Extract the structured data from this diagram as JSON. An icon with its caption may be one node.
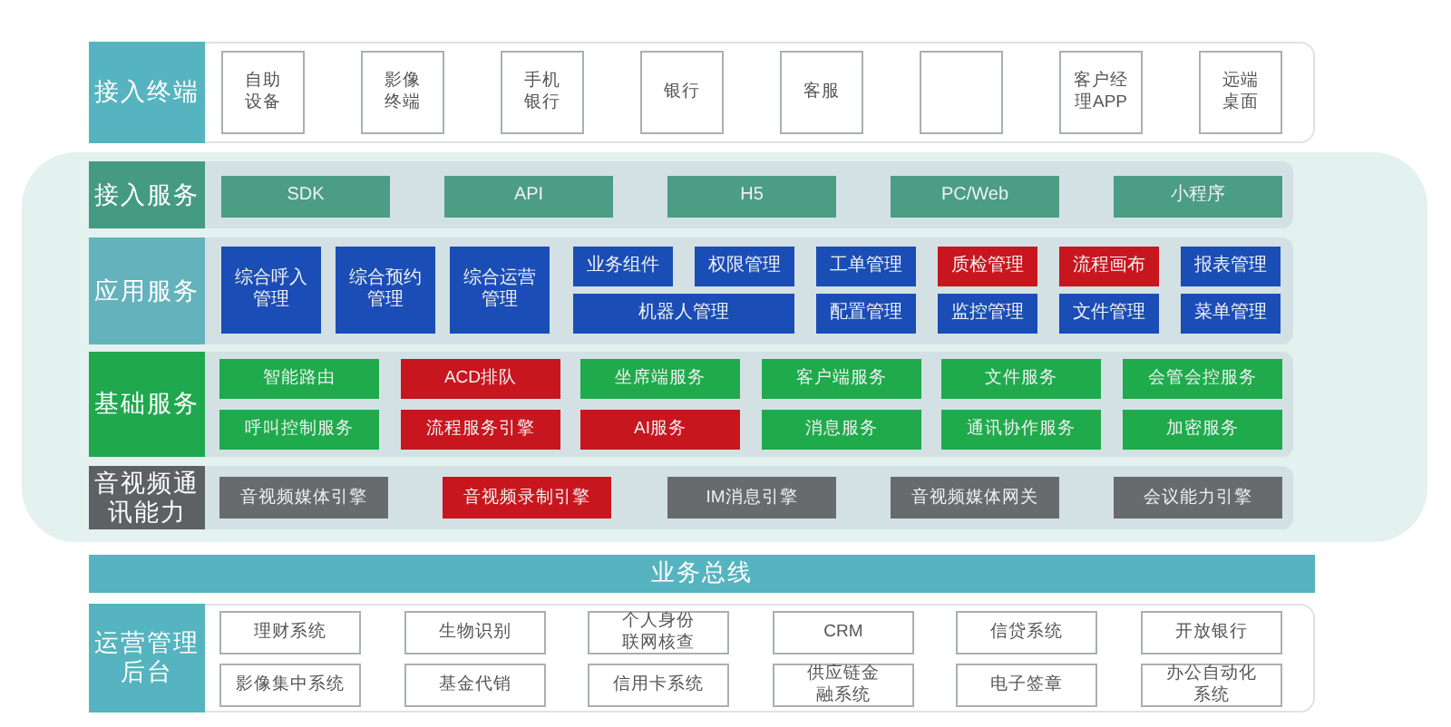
{
  "diagram": {
    "nodes": [
      {
        "text": [
          "接入终端"
        ]
      },
      {
        "text": [
          "自助设备"
        ],
        "in": 0
      },
      {
        "text": [
          "影像终端"
        ],
        "in": 0
      },
      {
        "text": [
          "手机银行"
        ],
        "in": 0
      },
      {
        "text": [
          "银行"
        ],
        "in": 0
      },
      {
        "text": [
          "客服"
        ],
        "in": 0
      },
      {
        "text": [],
        "shape": "box",
        "in": 0
      },
      {
        "text": [
          "客户经理APP"
        ],
        "in": 0
      },
      {
        "text": [
          "远端桌面"
        ],
        "in": 0
      },
      {
        "text": [
          "接入服务"
        ]
      },
      {
        "text": [
          "SDK"
        ],
        "in": 9
      },
      {
        "text": [
          "API"
        ],
        "in": 9
      },
      {
        "text": [
          "H5"
        ],
        "in": 9
      },
      {
        "text": [
          "PC/Web"
        ],
        "in": 9
      },
      {
        "text": [
          "小程序"
        ],
        "in": 9
      },
      {
        "text": [
          "应用服务"
        ]
      },
      {
        "text": [
          "综合呼入管理"
        ],
        "in": 15
      },
      {
        "text": [
          "综合预约管理"
        ],
        "in": 15
      },
      {
        "text": [
          "综合运营管理"
        ],
        "in": 15
      },
      {
        "text": [
          "业务组件"
        ],
        "in": 15
      },
      {
        "text": [
          "权限管理"
        ],
        "in": 15
      },
      {
        "text": [
          "工单管理"
        ],
        "in": 15
      },
      {
        "text": [
          "质检管理"
        ],
        "in": 15
      },
      {
        "text": [
          "流程画布"
        ],
        "in": 15
      },
      {
        "text": [
          "报表管理"
        ],
        "in": 15
      },
      {
        "text": [
          "机器人管理"
        ],
        "in": 15
      },
      {
        "text": [
          "配置管理"
        ],
        "in": 15
      },
      {
        "text": [
          "监控管理"
        ],
        "in": 15
      },
      {
        "text": [
          "文件管理"
        ],
        "in": 15
      },
      {
        "text": [
          "菜单管理"
        ],
        "in": 15
      },
      {
        "text": [
          "基础服务"
        ]
      },
      {
        "text": [
          "智能路由"
        ],
        "in": 30
      },
      {
        "text": [
          "ACD排队"
        ],
        "in": 30
      },
      {
        "text": [
          "坐席端服务"
        ],
        "in": 30
      },
      {
        "text": [
          "客户端服务"
        ],
        "in": 30
      },
      {
        "text": [
          "文件服务"
        ],
        "in": 30
      },
      {
        "text": [
          "会管会控服务"
        ],
        "in": 30
      },
      {
        "text": [
          "呼叫控制服务"
        ],
        "in": 30
      },
      {
        "text": [
          "流程服务引擎"
        ],
        "in": 30
      },
      {
        "text": [
          "AI服务"
        ],
        "in": 30
      },
      {
        "text": [
          "消息服务"
        ],
        "in": 30
      },
      {
        "text": [
          "通讯协作服务"
        ],
        "in": 30
      },
      {
        "text": [
          "加密服务"
        ],
        "in": 30
      },
      {
        "text": [
          "音视频通讯能力"
        ]
      },
      {
        "text": [
          "音视频媒体引擎"
        ],
        "in": 43
      },
      {
        "text": [
          "音视频录制引擎"
        ],
        "in": 43
      },
      {
        "text": [
          "IM消息引擎"
        ],
        "in": 43
      },
      {
        "text": [
          "音视频媒体网关"
        ],
        "in": 43
      },
      {
        "text": [
          "会议能力引擎"
        ],
        "in": 43
      },
      {
        "text": [
          "业务总线"
        ]
      },
      {
        "text": [
          "运营管理后台"
        ]
      },
      {
        "text": [
          "理财系统"
        ],
        "in": 50
      },
      {
        "text": [
          "生物识别"
        ],
        "in": 50
      },
      {
        "text": [
          "个人身份联网核查"
        ],
        "in": 50
      },
      {
        "text": [
          "CRM"
        ],
        "in": 50
      },
      {
        "text": [
          "信贷系统"
        ],
        "in": 50
      },
      {
        "text": [
          "开放银行"
        ],
        "in": 50
      },
      {
        "text": [
          "影像集中系统"
        ],
        "in": 50
      },
      {
        "text": [
          "基金代销"
        ],
        "in": 50
      },
      {
        "text": [
          "信用卡系统"
        ],
        "in": 50
      },
      {
        "text": [
          "供应链金融系统"
        ],
        "in": 50
      },
      {
        "text": [
          "电子签章"
        ],
        "in": 50
      },
      {
        "text": [
          "办公自动化系统"
        ],
        "in": 50
      }
    ]
  }
}
